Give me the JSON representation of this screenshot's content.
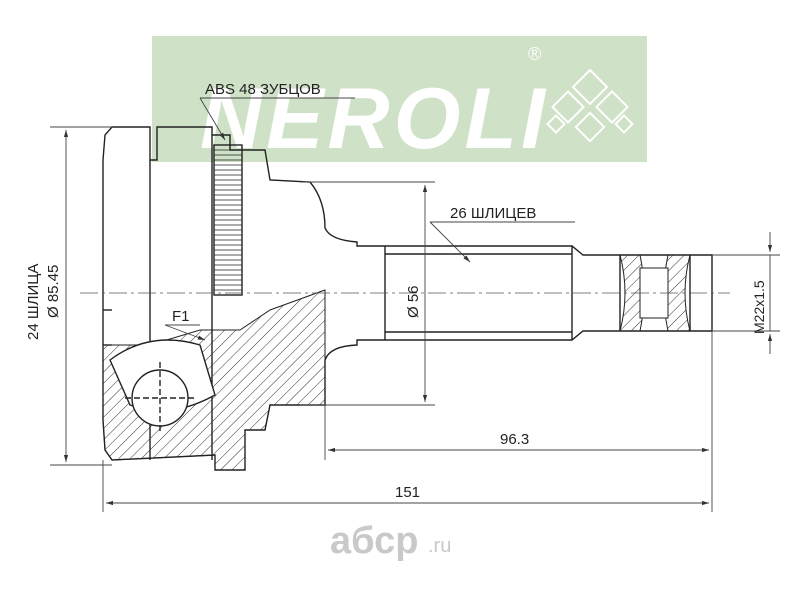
{
  "brand": {
    "name": "NEROLI",
    "registered_mark": "®",
    "banner_color": "#cfe1c6",
    "logo_color": "#ffffff"
  },
  "labels": {
    "abs": "ABS 48 ЗУБЦОВ",
    "splines_outer": "26 ШЛИЦЕВ",
    "splines_inner": "24 ШЛИЦА",
    "flange_diameter": "Ø 85.45",
    "shaft_diameter": "Ø 56",
    "thread": "M22x1.5",
    "part_ref": "F1"
  },
  "dimensions": {
    "length_shaft": "96.3",
    "length_total": "151"
  },
  "watermark": {
    "text": "aбсp",
    "suffix": ".ru",
    "color": "#c9c9c9"
  },
  "colors": {
    "line": "#222222",
    "dimension": "#444444"
  }
}
